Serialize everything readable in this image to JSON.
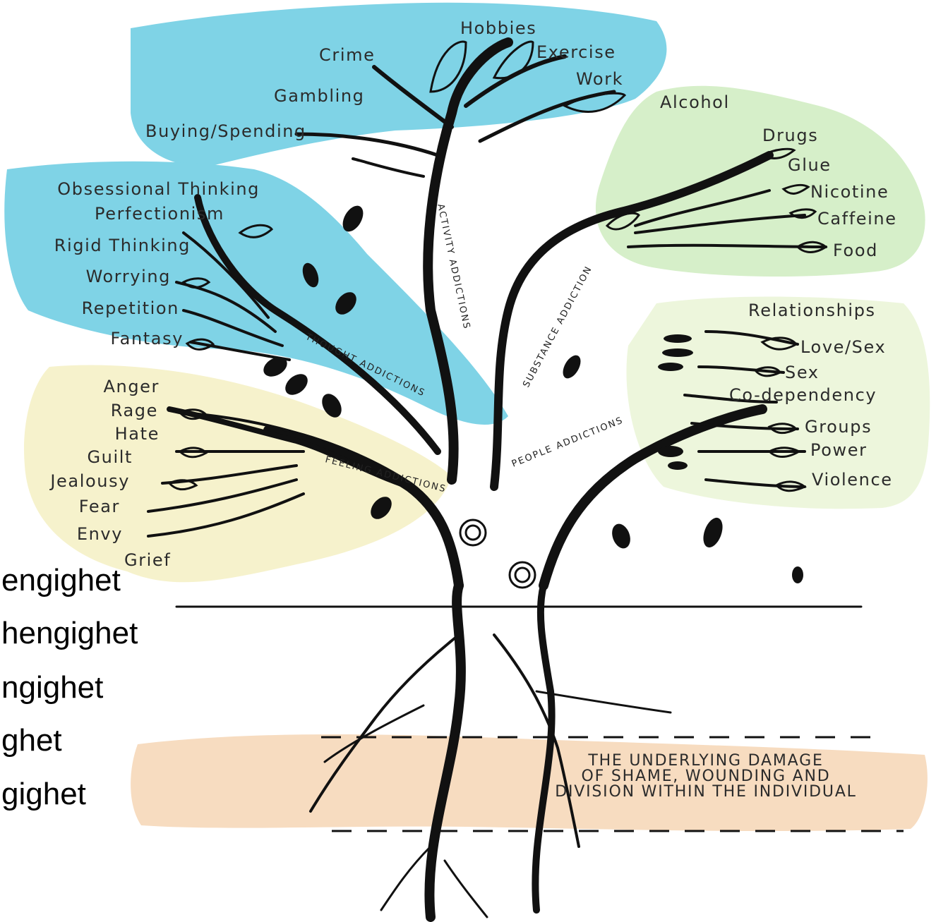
{
  "groups": {
    "activity": {
      "label": "ACTIVITY ADDICTIONS",
      "items": [
        "Hobbies",
        "Crime",
        "Exercise",
        "Work",
        "Gambling",
        "Buying/Spending"
      ],
      "color": "#7fd3e6"
    },
    "thought": {
      "label": "THOUGHT ADDICTIONS",
      "items": [
        "Obsessional Thinking",
        "Perfectionism",
        "Rigid Thinking",
        "Worrying",
        "Repetition",
        "Fantasy"
      ],
      "color": "#7fd3e6"
    },
    "substance": {
      "label": "SUBSTANCE ADDICTION",
      "items": [
        "Alcohol",
        "Drugs",
        "Glue",
        "Nicotine",
        "Caffeine",
        "Food"
      ],
      "color": "#d6efc9"
    },
    "people": {
      "label": "PEOPLE ADDICTIONS",
      "items": [
        "Relationships",
        "Love/Sex",
        "Sex",
        "Co-dependency",
        "Groups",
        "Power",
        "Violence"
      ],
      "color": "#edf6dc"
    },
    "feeling": {
      "label": "FEELING ADDICTIONS",
      "items": [
        "Anger",
        "Rage",
        "Hate",
        "Guilt",
        "Jealousy",
        "Fear",
        "Envy",
        "Grief"
      ],
      "color": "#f6f2cc"
    }
  },
  "roots_caption": {
    "lines": [
      "THE UNDERLYING DAMAGE",
      "OF SHAME, WOUNDING AND",
      "DIVISION WITHIN THE INDIVIDUAL"
    ],
    "color": "#f7dcc0"
  },
  "swedish_list": [
    "engighet",
    "hengighet",
    "ngighet",
    "ghet",
    "gighet"
  ]
}
